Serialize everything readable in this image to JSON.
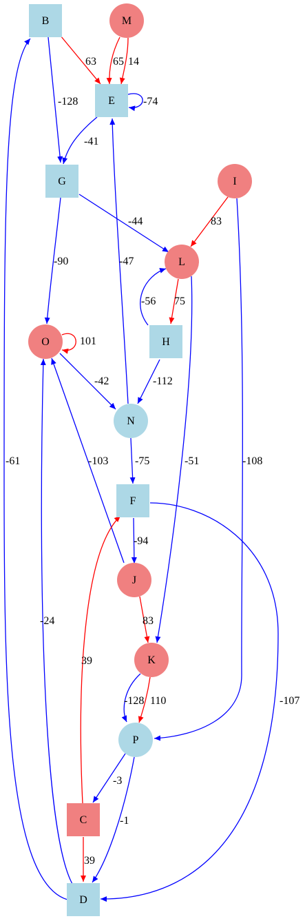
{
  "colors": {
    "blue_node": "#add8e6",
    "red_node": "#f08080",
    "blue_edge": "#0000ff",
    "red_edge": "#ff0000"
  },
  "nodes": [
    {
      "id": "B",
      "shape": "square",
      "color": "blue"
    },
    {
      "id": "M",
      "shape": "circle",
      "color": "red"
    },
    {
      "id": "E",
      "shape": "square",
      "color": "blue"
    },
    {
      "id": "G",
      "shape": "square",
      "color": "blue"
    },
    {
      "id": "I",
      "shape": "circle",
      "color": "red"
    },
    {
      "id": "L",
      "shape": "circle",
      "color": "red"
    },
    {
      "id": "H",
      "shape": "square",
      "color": "blue"
    },
    {
      "id": "O",
      "shape": "circle",
      "color": "red"
    },
    {
      "id": "N",
      "shape": "circle",
      "color": "blue"
    },
    {
      "id": "F",
      "shape": "square",
      "color": "blue"
    },
    {
      "id": "J",
      "shape": "circle",
      "color": "red"
    },
    {
      "id": "K",
      "shape": "circle",
      "color": "red"
    },
    {
      "id": "P",
      "shape": "circle",
      "color": "blue"
    },
    {
      "id": "C",
      "shape": "square",
      "color": "red"
    },
    {
      "id": "D",
      "shape": "square",
      "color": "blue"
    }
  ],
  "edges": [
    {
      "from": "B",
      "to": "E",
      "label": "63",
      "color": "red"
    },
    {
      "from": "B",
      "to": "G",
      "label": "-128",
      "color": "blue"
    },
    {
      "from": "M",
      "to": "E",
      "label": "65",
      "color": "red"
    },
    {
      "from": "M",
      "to": "E",
      "label": "14",
      "color": "red"
    },
    {
      "from": "E",
      "to": "E",
      "label": "-74",
      "color": "blue"
    },
    {
      "from": "E",
      "to": "G",
      "label": "-41",
      "color": "blue"
    },
    {
      "from": "G",
      "to": "L",
      "label": "-44",
      "color": "blue"
    },
    {
      "from": "G",
      "to": "O",
      "label": "-90",
      "color": "blue"
    },
    {
      "from": "I",
      "to": "L",
      "label": "83",
      "color": "red"
    },
    {
      "from": "I",
      "to": "P",
      "label": "-108",
      "color": "blue"
    },
    {
      "from": "N",
      "to": "E",
      "label": "-47",
      "color": "blue"
    },
    {
      "from": "H",
      "to": "L",
      "label": "-56",
      "color": "blue"
    },
    {
      "from": "L",
      "to": "H",
      "label": "75",
      "color": "red"
    },
    {
      "from": "L",
      "to": "K",
      "label": "-51",
      "color": "blue"
    },
    {
      "from": "O",
      "to": "O",
      "label": "101",
      "color": "red"
    },
    {
      "from": "O",
      "to": "N",
      "label": "-42",
      "color": "blue"
    },
    {
      "from": "H",
      "to": "N",
      "label": "-112",
      "color": "blue"
    },
    {
      "from": "N",
      "to": "F",
      "label": "-75",
      "color": "blue"
    },
    {
      "from": "J",
      "to": "O",
      "label": "-103",
      "color": "blue"
    },
    {
      "from": "F",
      "to": "J",
      "label": "-94",
      "color": "blue"
    },
    {
      "from": "F",
      "to": "D",
      "label": "-107",
      "color": "blue"
    },
    {
      "from": "J",
      "to": "K",
      "label": "83",
      "color": "red"
    },
    {
      "from": "C",
      "to": "F",
      "label": "39",
      "color": "red"
    },
    {
      "from": "K",
      "to": "P",
      "label": "-128",
      "color": "blue"
    },
    {
      "from": "K",
      "to": "P",
      "label": "110",
      "color": "red"
    },
    {
      "from": "P",
      "to": "C",
      "label": "-3",
      "color": "blue"
    },
    {
      "from": "P",
      "to": "D",
      "label": "-1",
      "color": "blue"
    },
    {
      "from": "C",
      "to": "D",
      "label": "39",
      "color": "red"
    },
    {
      "from": "D",
      "to": "B",
      "label": "-61",
      "color": "blue"
    },
    {
      "from": "D",
      "to": "O",
      "label": "-24",
      "color": "blue"
    }
  ]
}
